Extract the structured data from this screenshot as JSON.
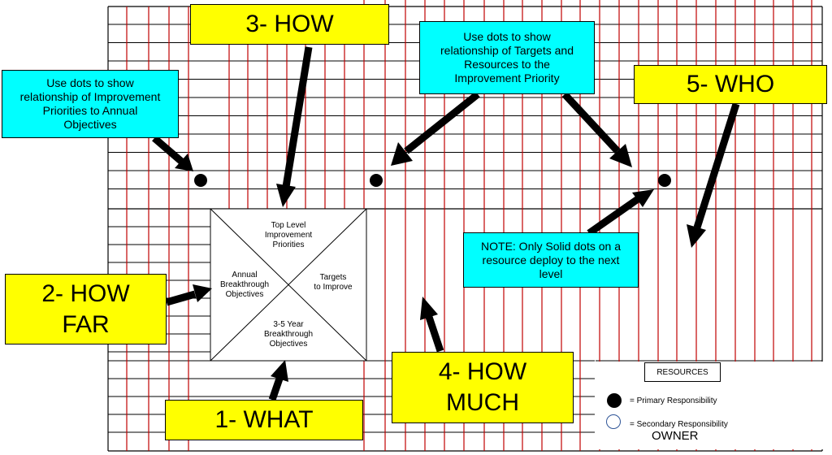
{
  "labels": {
    "how": "3- HOW",
    "who": "5- WHO",
    "how_far_1": "2- HOW",
    "how_far_2": "FAR",
    "how_much_1": "4- HOW",
    "how_much_2": "MUCH",
    "what": "1- WHAT"
  },
  "notes": {
    "left_lines": [
      "Use dots to show",
      "relationship of Improvement",
      "Priorities to Annual",
      "Objectives"
    ],
    "top_lines": [
      "Use dots to show",
      "relationship of Targets and",
      "Resources to the",
      "Improvement Priority"
    ],
    "note_lines": [
      "NOTE: Only Solid dots on a",
      "resource deploy to the next",
      "level"
    ]
  },
  "center": {
    "top_lines": [
      "Top Level",
      "Improvement",
      "Priorities"
    ],
    "left_lines": [
      "Annual",
      "Breakthrough",
      "Objectives"
    ],
    "right_lines": [
      "Targets",
      "to Improve"
    ],
    "bottom_lines": [
      "3-5 Year",
      "Breakthrough",
      "Objectives"
    ]
  },
  "legend": {
    "resources": "RESOURCES",
    "primary": "= Primary Responsibility",
    "secondary": "= Secondary Responsibility",
    "owner": "OWNER"
  },
  "colors": {
    "grid_red": "#c00000",
    "yellow": "#ffff00",
    "cyan": "#00ffff"
  }
}
